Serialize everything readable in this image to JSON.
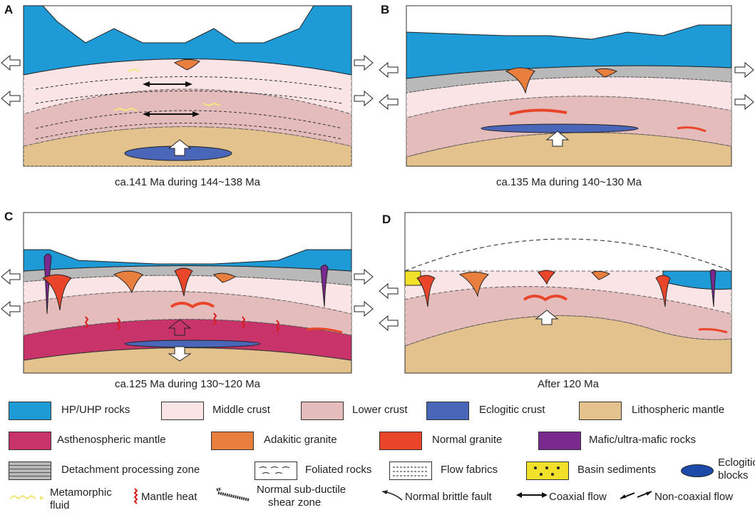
{
  "panels": [
    {
      "label": "A",
      "caption": "ca.141 Ma during 144~138 Ma"
    },
    {
      "label": "B",
      "caption": "ca.135 Ma during 140~130 Ma"
    },
    {
      "label": "C",
      "caption": "ca.125 Ma during 130~120 Ma"
    },
    {
      "label": "D",
      "caption": "After 120 Ma"
    }
  ],
  "colors": {
    "hp_uhp": "#1e9ad6",
    "middle_crust": "#fbe4e6",
    "lower_crust": "#e5bcbc",
    "eclogitic_crust": "#4a66b8",
    "lithospheric_mantle": "#e3c28d",
    "asthenospheric_mantle": "#c8336a",
    "adakitic_granite": "#e97f3f",
    "normal_granite": "#e8452a",
    "mafic": "#7a2a8f",
    "detachment": "#b9b9b9",
    "basin": "#f2e12a",
    "eclogitic_blocks": "#1c4aa8",
    "fluid": "#f3e67a",
    "heat": "#d81e1e"
  },
  "legend": {
    "hp_uhp": "HP/UHP rocks",
    "middle_crust": "Middle crust",
    "lower_crust": "Lower crust",
    "eclogitic_crust": "Eclogitic crust",
    "lithospheric_mantle": "Lithospheric mantle",
    "asthenospheric_mantle": "Asthenospheric mantle",
    "adakitic_granite": "Adakitic granite",
    "normal_granite": "Normal granite",
    "mafic": "Mafic/ultra-mafic rocks",
    "detachment": "Detachment processing zone",
    "foliated": "Foliated rocks",
    "flow_fabrics": "Flow fabrics",
    "basin": "Basin sediments",
    "eclogitic_blocks_1": "Eclogitic",
    "eclogitic_blocks_2": "blocks",
    "fluid_1": "Metamorphic",
    "fluid_2": "fluid",
    "mantle_heat": "Mantle heat",
    "shear_1": "Normal sub-ductile",
    "shear_2": "shear zone",
    "brittle": "Normal brittle fault",
    "coaxial": "Coaxial flow",
    "noncoaxial": "Non-coaxial flow"
  }
}
